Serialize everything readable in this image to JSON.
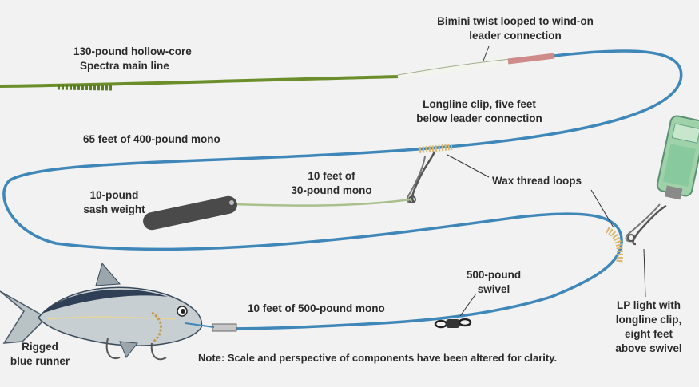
{
  "labels": {
    "main_line": [
      "130-pound hollow-core",
      "Spectra main line"
    ],
    "bimini": [
      "Bimini twist looped to wind-on",
      "leader connection"
    ],
    "longline_clip": [
      "Longline clip, five feet",
      "below leader connection"
    ],
    "mono_65": [
      "65 feet of 400-pound mono"
    ],
    "mono_30": [
      "10 feet of",
      "30-pound mono"
    ],
    "sash_weight": [
      "10-pound",
      "sash weight"
    ],
    "wax_loops": [
      "Wax thread loops"
    ],
    "swivel": [
      "500-pound",
      "swivel"
    ],
    "mono_500": [
      "10 feet of 500-pound mono"
    ],
    "lp_light": [
      "LP light with",
      "longline clip,",
      "eight feet",
      "above swivel"
    ],
    "runner": [
      "Rigged",
      "blue runner"
    ],
    "note": [
      "Note: Scale and perspective of components have been altered for clarity."
    ]
  },
  "colors": {
    "background": "#f1f2f1",
    "spectra_line": "#6b8e2a",
    "mono_line": "#3f86b9",
    "mono_30_line": "#a9bf8c",
    "wax_thread": "#d9b66b",
    "weight": "#4a4a4a",
    "wind_on": "#cf8a8a",
    "light_green": "#9fd2a8",
    "fish_body": "#c8cfd2",
    "fish_back": "#2f3f55",
    "text": "#2a2a2a"
  },
  "icons": [
    "sash-weight-icon",
    "longline-clip-icon",
    "lp-light-icon",
    "swivel-icon",
    "blue-runner-fish-icon"
  ]
}
